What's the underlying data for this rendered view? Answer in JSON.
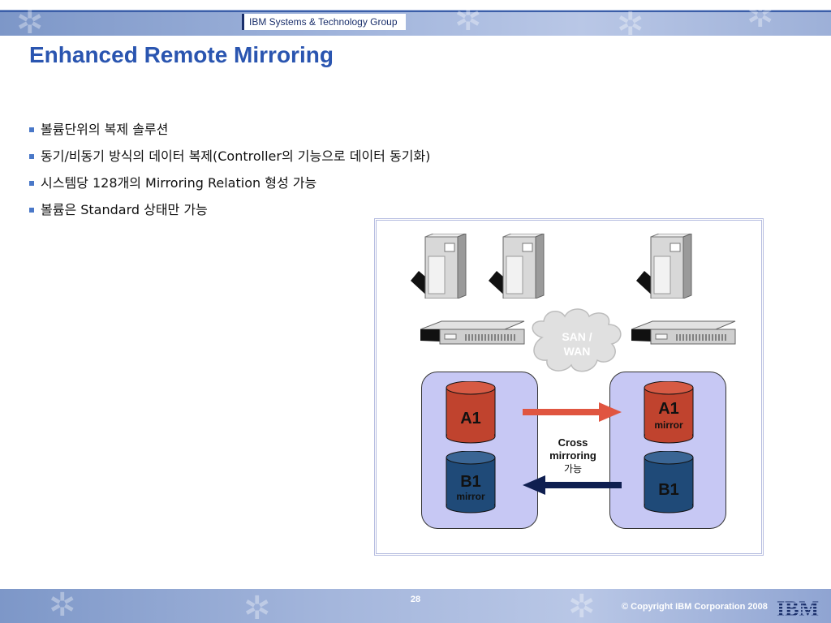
{
  "header": {
    "group": "IBM Systems & Technology Group"
  },
  "title": "Enhanced Remote Mirroring",
  "bullets": [
    "볼륨단위의 복제 솔루션",
    "동기/비동기 방식의 데이터 복제(Controller의 기능으로 데이터 동기화)",
    "시스템당 128개의 Mirroring Relation 형성 가능",
    "볼륨은 Standard 상태만 가능"
  ],
  "diagram": {
    "cloud": {
      "line1": "SAN /",
      "line2": "WAN"
    },
    "left_site": {
      "a1": {
        "label": "A1"
      },
      "b1": {
        "label": "B1",
        "sub": "mirror"
      }
    },
    "right_site": {
      "a1": {
        "label": "A1",
        "sub": "mirror"
      },
      "b1": {
        "label": "B1"
      }
    },
    "cross": {
      "line1": "Cross",
      "line2": "mirroring",
      "line3": "가능"
    }
  },
  "footer": {
    "page": "28",
    "copyright": "© Copyright IBM Corporation 2008",
    "logo": "IBM"
  },
  "colors": {
    "title": "#2a55b0",
    "cyl_red": "#c0432e",
    "cyl_blue": "#1f4a78",
    "site_fill": "#c7c8f4",
    "arrow_red": "#e05540",
    "arrow_navy": "#0f1f50"
  }
}
